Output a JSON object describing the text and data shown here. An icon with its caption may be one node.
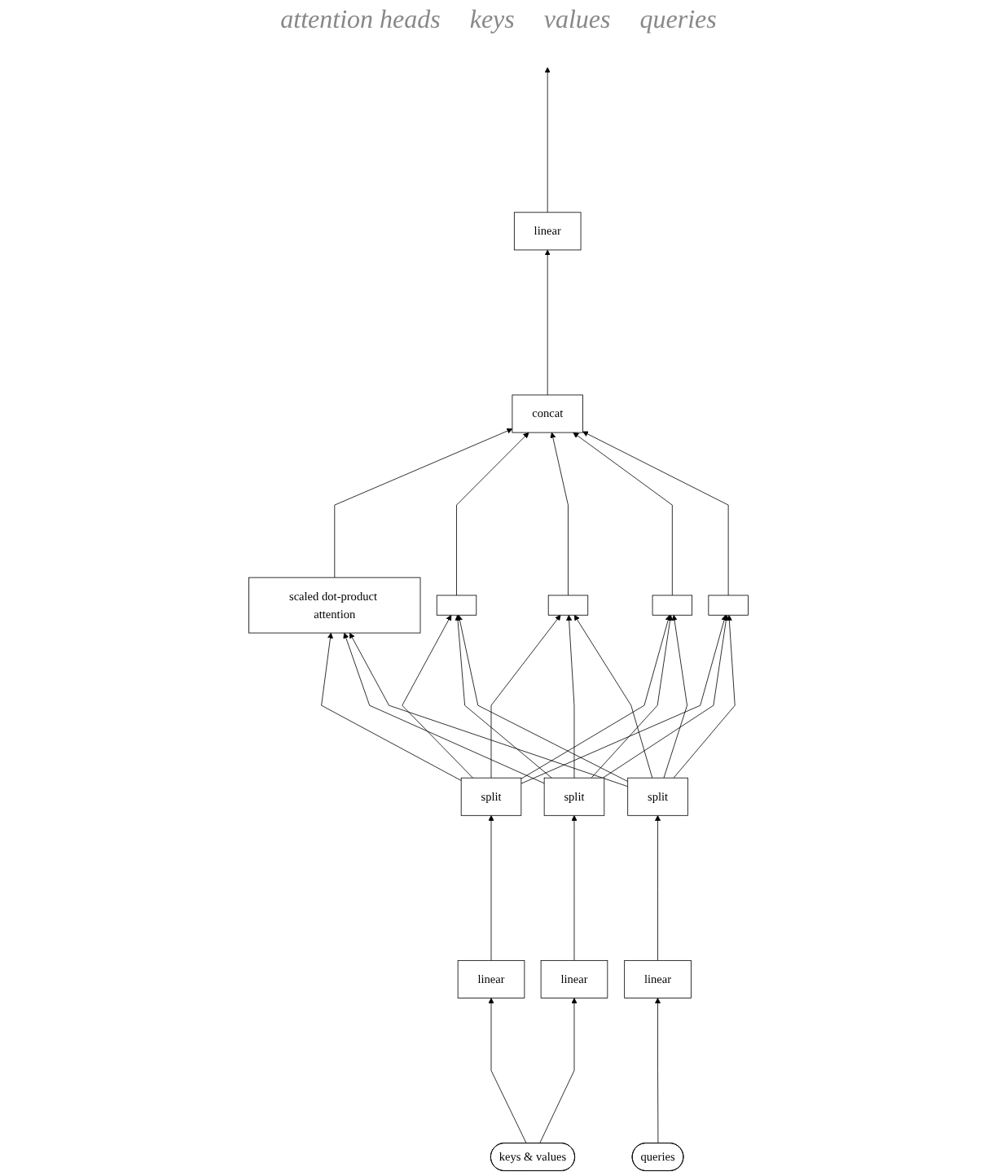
{
  "diagram": {
    "nodes": [
      {
        "text": [
          "linear"
        ]
      },
      {
        "text": [
          "concat"
        ]
      },
      {
        "text": [
          "scaled dot-product attention"
        ]
      },
      {
        "text": [],
        "shape": "box"
      },
      {
        "text": [],
        "shape": "box"
      },
      {
        "text": [],
        "shape": "box"
      },
      {
        "text": [],
        "shape": "box"
      },
      {
        "text": [
          "split"
        ]
      },
      {
        "text": [
          "split"
        ]
      },
      {
        "text": [
          "split"
        ]
      },
      {
        "text": [
          "linear"
        ]
      },
      {
        "text": [
          "linear"
        ]
      },
      {
        "text": [
          "linear"
        ]
      },
      {
        "text": [
          "keys & values"
        ]
      },
      {
        "text": [
          "queries"
        ]
      }
    ],
    "edges": [
      {
        "from": 0,
        "to": null,
        "arrow": "to"
      },
      {
        "from": 1,
        "to": 0,
        "arrow": "to"
      },
      {
        "from": 2,
        "to": 1,
        "arrow": "to"
      },
      {
        "from": 3,
        "to": 1,
        "arrow": "to"
      },
      {
        "from": 4,
        "to": 1,
        "arrow": "to"
      },
      {
        "from": 5,
        "to": 1,
        "arrow": "to"
      },
      {
        "from": 6,
        "to": 1,
        "arrow": "to"
      },
      {
        "from": 7,
        "to": 2,
        "arrow": "to"
      },
      {
        "from": 7,
        "to": 3,
        "arrow": "to"
      },
      {
        "from": 7,
        "to": 4,
        "arrow": "to"
      },
      {
        "from": 7,
        "to": 5,
        "arrow": "to"
      },
      {
        "from": 7,
        "to": 6,
        "arrow": "to"
      },
      {
        "from": 8,
        "to": 2,
        "arrow": "to"
      },
      {
        "from": 8,
        "to": 3,
        "arrow": "to"
      },
      {
        "from": 8,
        "to": 4,
        "arrow": "to"
      },
      {
        "from": 8,
        "to": 5,
        "arrow": "to"
      },
      {
        "from": 8,
        "to": 6,
        "arrow": "to"
      },
      {
        "from": 9,
        "to": 2,
        "arrow": "to"
      },
      {
        "from": 9,
        "to": 3,
        "arrow": "to"
      },
      {
        "from": 9,
        "to": 4,
        "arrow": "to"
      },
      {
        "from": 9,
        "to": 5,
        "arrow": "to"
      },
      {
        "from": 9,
        "to": 6,
        "arrow": "to"
      },
      {
        "from": 10,
        "to": 7,
        "arrow": "to"
      },
      {
        "from": 11,
        "to": 8,
        "arrow": "to"
      },
      {
        "from": 12,
        "to": 9,
        "arrow": "to"
      },
      {
        "from": 13,
        "to": 10,
        "arrow": "to"
      },
      {
        "from": 13,
        "to": 11,
        "arrow": "to"
      },
      {
        "from": 14,
        "to": 12,
        "arrow": "to"
      }
    ],
    "labels": [
      "attention heads",
      "keys",
      "values",
      "queries"
    ]
  }
}
